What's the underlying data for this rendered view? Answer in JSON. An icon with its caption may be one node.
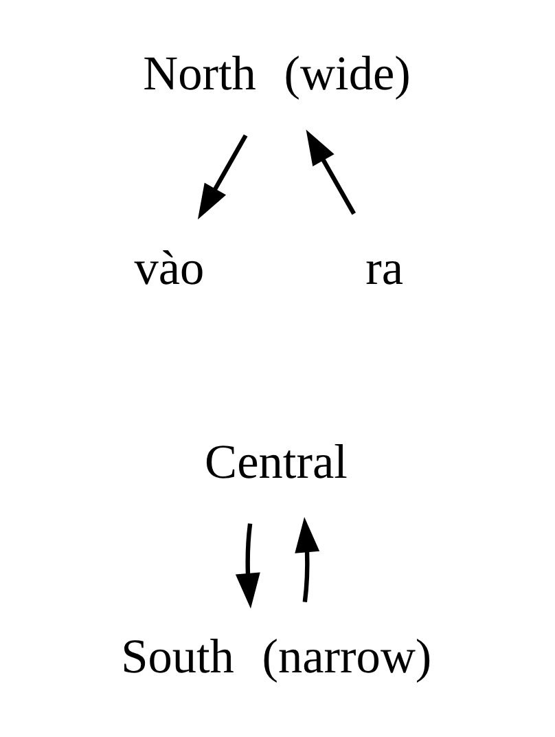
{
  "diagram": {
    "nodes": [
      {
        "text": [
          "North"
        ],
        "beside": [
          "(wide)"
        ]
      },
      {
        "text": [
          "vào"
        ]
      },
      {
        "text": [
          "ra"
        ]
      },
      {
        "text": [
          "Central"
        ]
      },
      {
        "text": [
          "South"
        ],
        "beside": [
          "(narrow)"
        ]
      }
    ],
    "edges": [
      {
        "from": 0,
        "to": 1,
        "arrow": "to"
      },
      {
        "from": 2,
        "to": 0,
        "arrow": "to"
      },
      {
        "from": 3,
        "to": 4,
        "arrow": "to"
      },
      {
        "from": 4,
        "to": 3,
        "arrow": "to"
      }
    ]
  }
}
